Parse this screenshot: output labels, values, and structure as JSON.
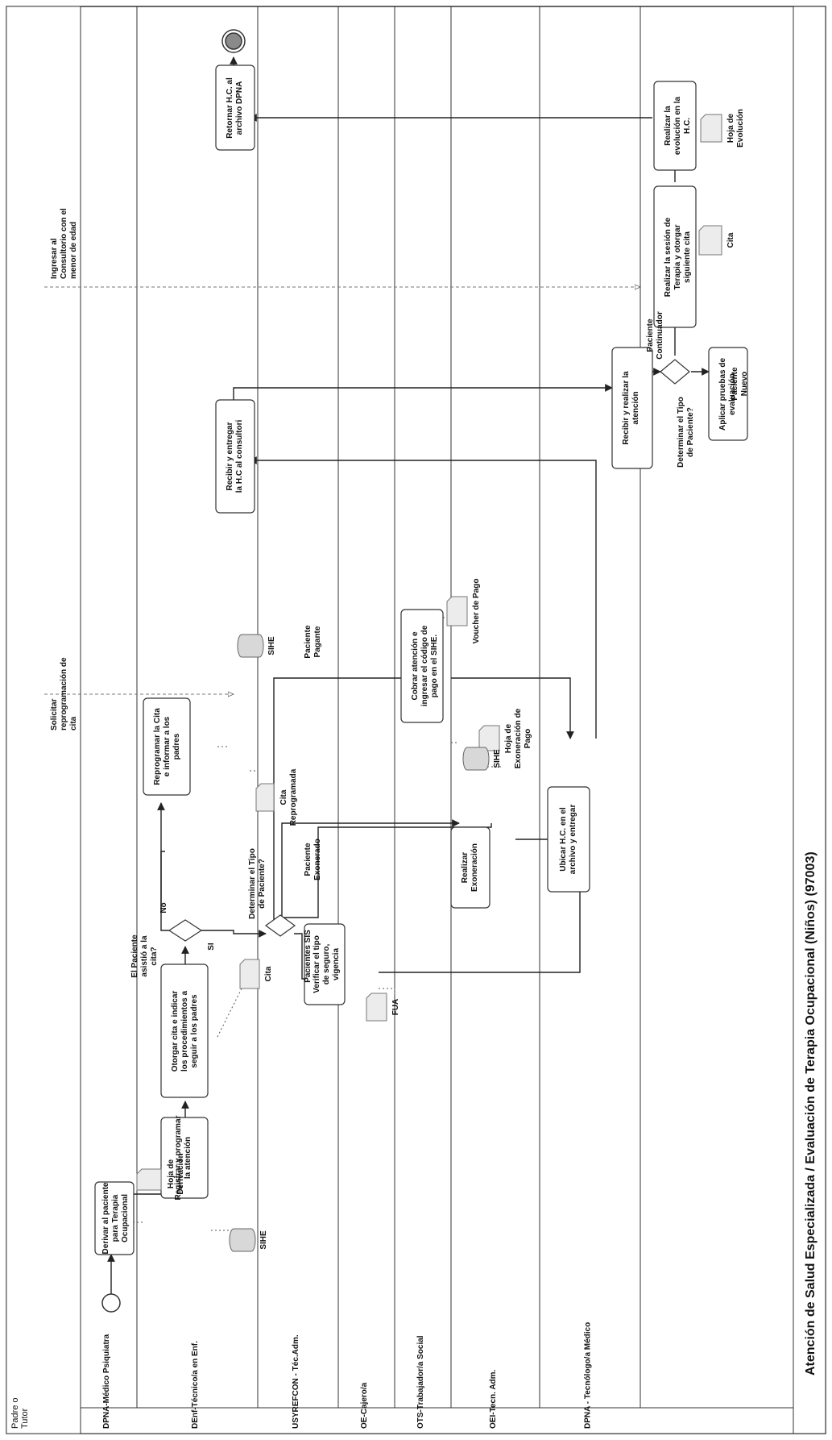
{
  "pool": {
    "title": "Atención de Salud Especializada / Evaluación de Terapia Ocupacional (Niños) (97003)",
    "external_participant": [
      "Padre o",
      "Tutor"
    ]
  },
  "lanes": [
    "DPNA-Médico Psiquiatra",
    "DEnf-Técnico/a en Enf.",
    "USYREFCON - Téc.Adm.",
    "OE-Cajero/a",
    "OTS-Trabajador/a Social",
    "OEI-Tecn. Adm.",
    "DPNA - Tecnólogo/a Médico"
  ],
  "tasks": {
    "derivar": [
      "Derivar al paciente",
      "para Terapia",
      "Ocupacional"
    ],
    "registrar": [
      "Registrar y programar",
      "la atención"
    ],
    "otorgar": [
      "Otorgar cita e indicar",
      "los procedimientos a",
      "seguir a los padres"
    ],
    "reprogramar": [
      "Reprogramar la Cita",
      "e informar a los",
      "padres"
    ],
    "recibir_entregar": [
      "Recibir y entregar",
      "la H.C al consultori"
    ],
    "retornar": [
      "Retornar H.C. al",
      "archivo DPNA"
    ],
    "verificar": [
      "Verificar el tipo",
      "de seguro,",
      "vigencia"
    ],
    "cobrar": [
      "Cobrar atención e",
      "ingresar el código de",
      "pago en el SIHE."
    ],
    "exoneracion": [
      "Realizar",
      "Exoneración"
    ],
    "ubicar": [
      "Ubicar H.C. en el",
      "archivo y entregar"
    ],
    "recibir_atencion": [
      "Recibir y realizar la",
      "atención"
    ],
    "sesion": [
      "Realizar la sesión de",
      "Terapia y otorgar",
      "siguiente cita"
    ],
    "evolucion": [
      "Realizar la",
      "evolución en la",
      "H.C."
    ],
    "pruebas": [
      "Aplicar pruebas de",
      "evaluación"
    ]
  },
  "gateways": {
    "asistio": [
      "El Paciente",
      "asistió a la",
      "cita?"
    ],
    "tipo_paciente_1": [
      "Determinar el Tipo",
      "de Paciente?"
    ],
    "tipo_paciente_2": [
      "Determinar el Tipo",
      "de Paciente?"
    ]
  },
  "flow_labels": {
    "si": "SI",
    "no": "No",
    "pacientes_sis": "Pacientes SIS",
    "paciente_exonerado": [
      "Paciente",
      "Exonerado"
    ],
    "paciente_pagante": [
      "Paciente",
      "Pagante"
    ],
    "paciente_continuador": [
      "Paciente",
      "Continuador"
    ],
    "paciente_nuevo": [
      "Paciente",
      "Nuevo"
    ]
  },
  "artifacts": {
    "hoja_derivacion": [
      "Hoja de",
      "Derivación"
    ],
    "sihe": "SIHE",
    "cita": "Cita",
    "fua": "FUA",
    "cita_reprogramada": [
      "Cita",
      "Reprogramada"
    ],
    "hoja_exoneracion": [
      "Hoja de",
      "Exoneración de",
      "Pago"
    ],
    "voucher": "Voucher de Pago",
    "hoja_evolucion": [
      "Hoja de",
      "Evolución"
    ]
  },
  "messages": {
    "solicitar": [
      "Solicitar",
      "reprogramación de",
      "cita"
    ],
    "ingresar": [
      "Ingresar al",
      "Consultorio con el",
      "menor de edad"
    ]
  },
  "colors": {
    "line": "#222222",
    "lane_bg": "#ffffff",
    "task_fill": "#ffffff",
    "end_event": "#8a8a8a"
  }
}
